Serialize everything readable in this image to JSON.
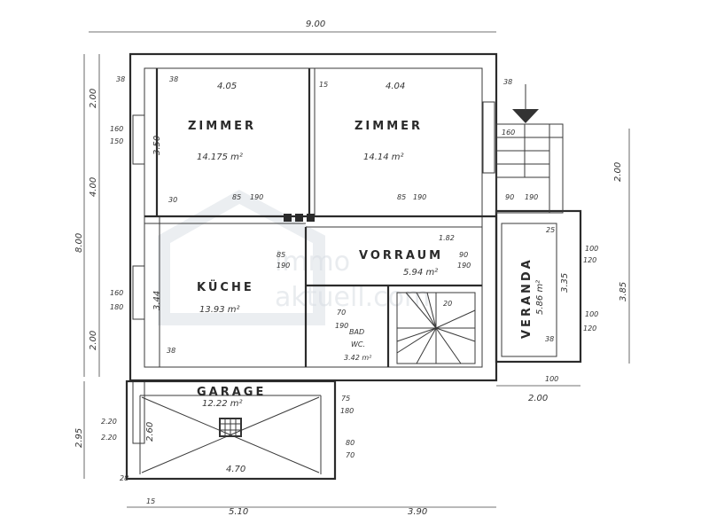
{
  "rooms": {
    "zimmer_left": {
      "name": "ZIMMER",
      "area": "14.175 m²"
    },
    "zimmer_right": {
      "name": "ZIMMER",
      "area": "14.14 m²"
    },
    "kueche": {
      "name": "KÜCHE",
      "area": "13.93 m²"
    },
    "vorraum": {
      "name": "VORRAUM",
      "area": "5.94 m²"
    },
    "bad": {
      "name": "BAD",
      "sub": "WC.",
      "area": "3.42 m²"
    },
    "veranda": {
      "name": "VERANDA",
      "area": "5.86 m²"
    },
    "garage": {
      "name": "GARAGE",
      "area": "12.22 m²"
    }
  },
  "dimensions": {
    "top_total": "9.00",
    "left_total": "8.00",
    "left_upper": "2.00",
    "left_mid": "4.00",
    "left_lower": "2.00",
    "garage_height": "2.95",
    "right_upper": "2.00",
    "right_lower": "3.85",
    "bottom_left": "5.10",
    "bottom_right": "3.90",
    "veranda_width": "2.00",
    "zimmer_left_w": "4.05",
    "zimmer_right_w": "4.04",
    "zimmer_h": "3.50",
    "kueche_h": "3.44",
    "veranda_h": "3.35",
    "garage_inner_h": "2.60",
    "garage_inner_w": "4.70",
    "vorraum_w": "1.82",
    "wall_38a": "38",
    "wall_38b": "38",
    "wall_38c": "38",
    "wall_38d": "38",
    "wall_15": "15",
    "wall_30": "30",
    "win_160_a": "160",
    "win_150_a": "150",
    "win_160_b": "160",
    "win_180_b": "180",
    "door_85a": "85",
    "door_190a": "190",
    "door_85b": "85",
    "door_190b": "190",
    "door_85c": "85",
    "door_190c": "190",
    "door_90a": "90",
    "door_190d": "190",
    "door_90b": "90",
    "door_190e": "190",
    "door_70": "70",
    "door_190f": "190",
    "win_75": "75",
    "win_180_c": "180",
    "win_80": "80",
    "win_70": "70",
    "g_220a": "2.20",
    "g_220b": "2.20",
    "v_100a": "100",
    "v_120a": "120",
    "v_100b": "100",
    "v_120b": "120",
    "v_100c": "100",
    "stair_160": "160",
    "small_25": "25",
    "small_20": "20",
    "small_38e": "38",
    "small_28": "28",
    "small_15b": "15"
  },
  "watermark": {
    "line1": "immo",
    "line2": "aktuell.com"
  }
}
